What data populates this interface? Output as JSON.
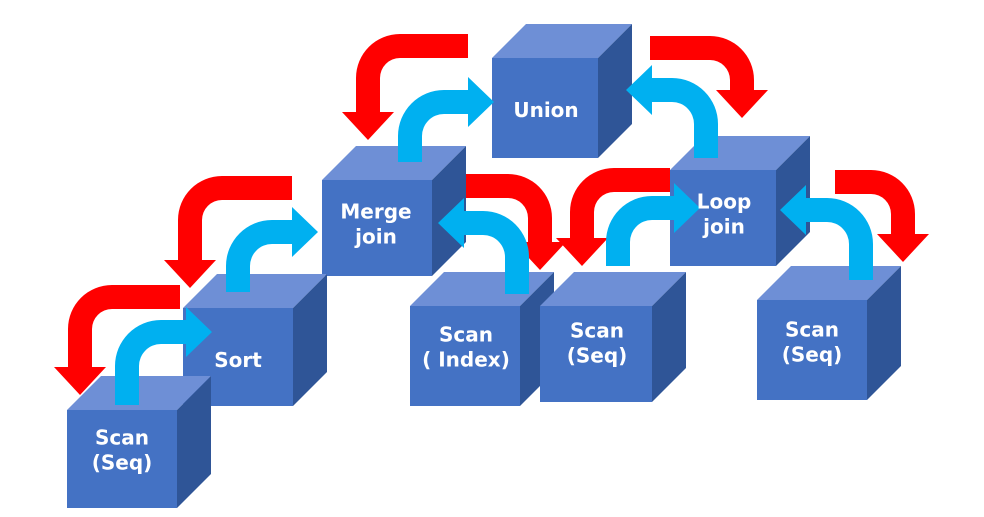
{
  "colors": {
    "cube_front": "#4472C4",
    "cube_top": "#6E8FD6",
    "cube_side": "#2F5597",
    "flow_up_arrow": "#00B0F0",
    "flow_down_arrow": "#FF0000",
    "label_text": "#FFFFFF"
  },
  "nodes": {
    "union": {
      "lines": [
        "Union"
      ]
    },
    "merge_join": {
      "lines": [
        "Merge",
        "join"
      ]
    },
    "loop_join": {
      "lines": [
        "Loop",
        "join"
      ]
    },
    "sort": {
      "lines": [
        "Sort"
      ]
    },
    "scan_seq_left": {
      "lines": [
        "Scan",
        "(Seq)"
      ]
    },
    "scan_index": {
      "lines": [
        "Scan",
        "( Index)"
      ]
    },
    "scan_seq_mid": {
      "lines": [
        "Scan",
        "(Seq)"
      ]
    },
    "scan_seq_right": {
      "lines": [
        "Scan",
        "(Seq)"
      ]
    }
  },
  "edges": [
    {
      "from": "scan_seq_left",
      "to": "sort"
    },
    {
      "from": "sort",
      "to": "merge_join"
    },
    {
      "from": "scan_index",
      "to": "merge_join"
    },
    {
      "from": "merge_join",
      "to": "union"
    },
    {
      "from": "scan_seq_mid",
      "to": "loop_join"
    },
    {
      "from": "scan_seq_right",
      "to": "loop_join"
    },
    {
      "from": "loop_join",
      "to": "union"
    }
  ]
}
